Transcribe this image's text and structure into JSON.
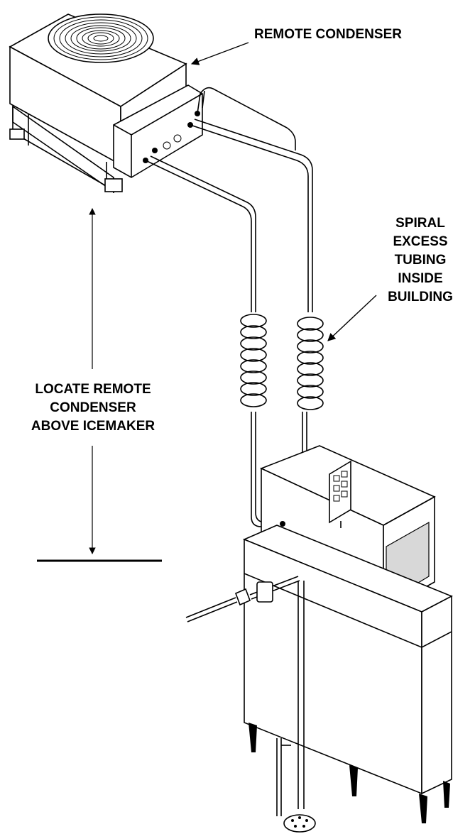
{
  "labels": {
    "remote_condenser": "REMOTE CONDENSER",
    "spiral": [
      "SPIRAL",
      "EXCESS",
      "TUBING",
      "INSIDE",
      "BUILDING"
    ],
    "locate": [
      "LOCATE REMOTE",
      "CONDENSER",
      "ABOVE ICEMAKER"
    ]
  }
}
